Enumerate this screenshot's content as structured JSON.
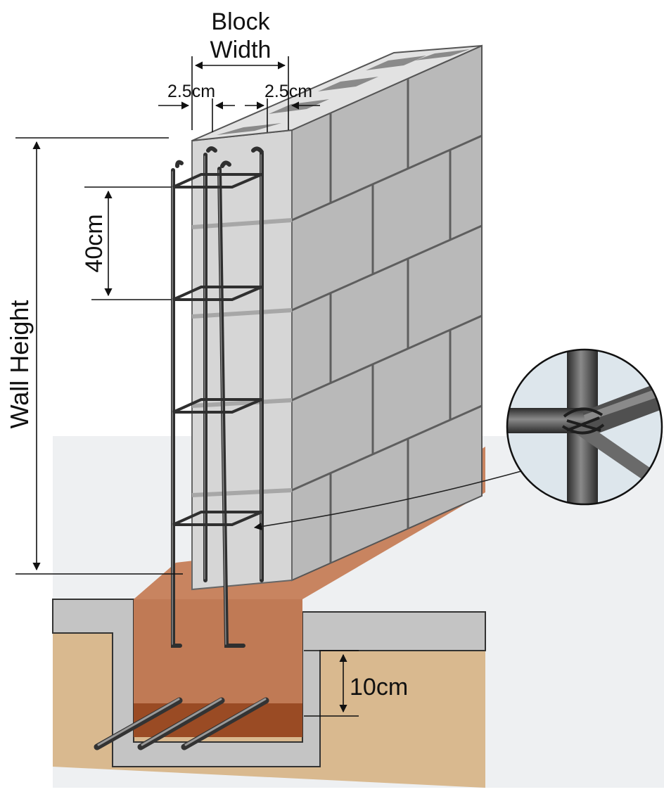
{
  "labels": {
    "block_width_line1": "Block",
    "block_width_line2": "Width",
    "cover_left": "2.5cm",
    "cover_right": "2.5cm",
    "stirrup_spacing": "40cm",
    "wall_height": "Wall Height",
    "footing_cover": "10cm"
  },
  "colors": {
    "block_front": "#b9b9b9",
    "block_end": "#d6d6d6",
    "block_top": "#e2e2e2",
    "mortar": "#5e5e5e",
    "footing": "#c07a55",
    "footing_dark": "#9a4b24",
    "concrete_slab": "#c4c4c4",
    "soil": "#d9b98f",
    "rebar": "#3a3a3a",
    "zoom_bg": "#dde6ec"
  },
  "icons": {
    "tie_detail": "wire-tie-magnifier-icon",
    "dimension_arrow": "dimension-arrow-icon"
  }
}
